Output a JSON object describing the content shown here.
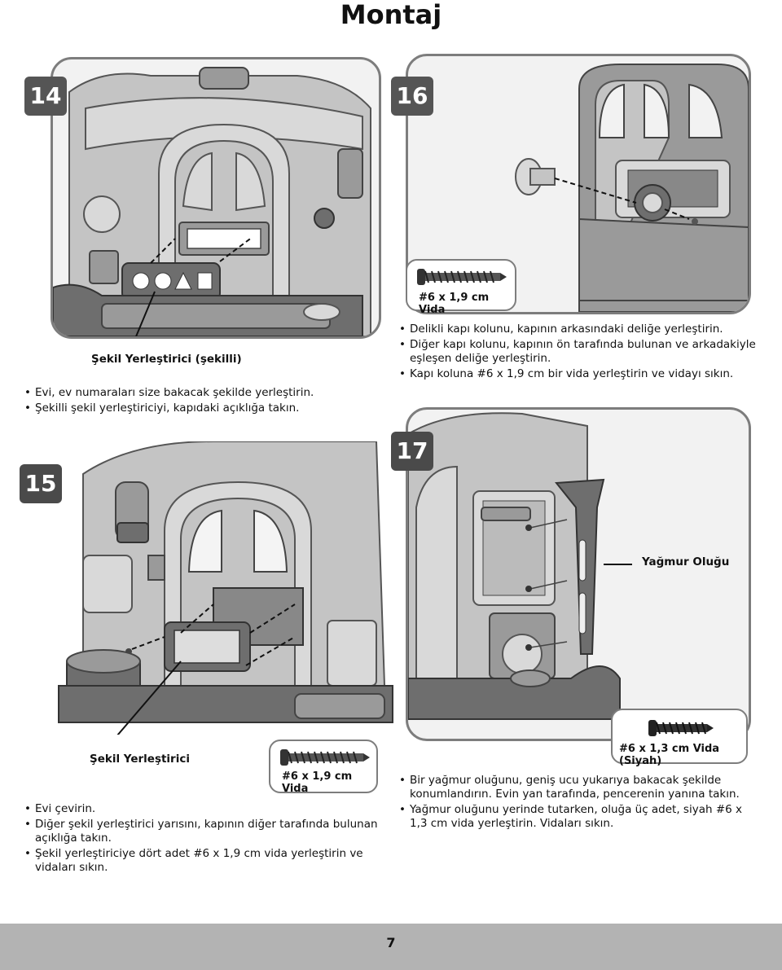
{
  "page": {
    "title": "Montaj",
    "page_number": "7"
  },
  "step14": {
    "number": "14",
    "callout_label": "Şekil Yerleştirici (şekilli)",
    "bullets": [
      "Evi, ev numaraları size bakacak şekilde yerleştirin.",
      "Şekilli şekil yerleştiriciyi, kapıdaki açıklığa takın."
    ]
  },
  "step16": {
    "number": "16",
    "screw_label": "#6 x 1,9 cm Vida",
    "bullets": [
      "Delikli kapı kolunu, kapının arkasındaki deliğe yerleştirin.",
      "Diğer kapı kolunu, kapının ön tarafında bulunan ve arkadakiyle eşleşen deliğe yerleştirin.",
      "Kapı koluna #6 x 1,9 cm bir vida yerleştirin ve vidayı sıkın."
    ]
  },
  "step15": {
    "number": "15",
    "callout_label": "Şekil Yerleştirici",
    "screw_label": "#6 x 1,9 cm Vida",
    "bullets": [
      "Evi çevirin.",
      "Diğer şekil yerleştirici yarısını, kapının diğer tarafında bulunan açıklığa takın.",
      "Şekil yerleştiriciye dört adet #6 x 1,9 cm vida yerleştirin ve vidaları sıkın."
    ]
  },
  "step17": {
    "number": "17",
    "callout_label": "Yağmur Oluğu",
    "screw_label": "#6 x 1,3 cm Vida (Siyah)",
    "bullets": [
      "Bir yağmur oluğunu, geniş ucu yukarıya bakacak şekilde konumlandırın. Evin yan tarafında, pencerenin yanına takın.",
      "Yağmur oluğunu yerinde tutarken, oluğa üç adet, siyah #6 x 1,3 cm vida yerleştirin. Vidaları sıkın."
    ]
  }
}
